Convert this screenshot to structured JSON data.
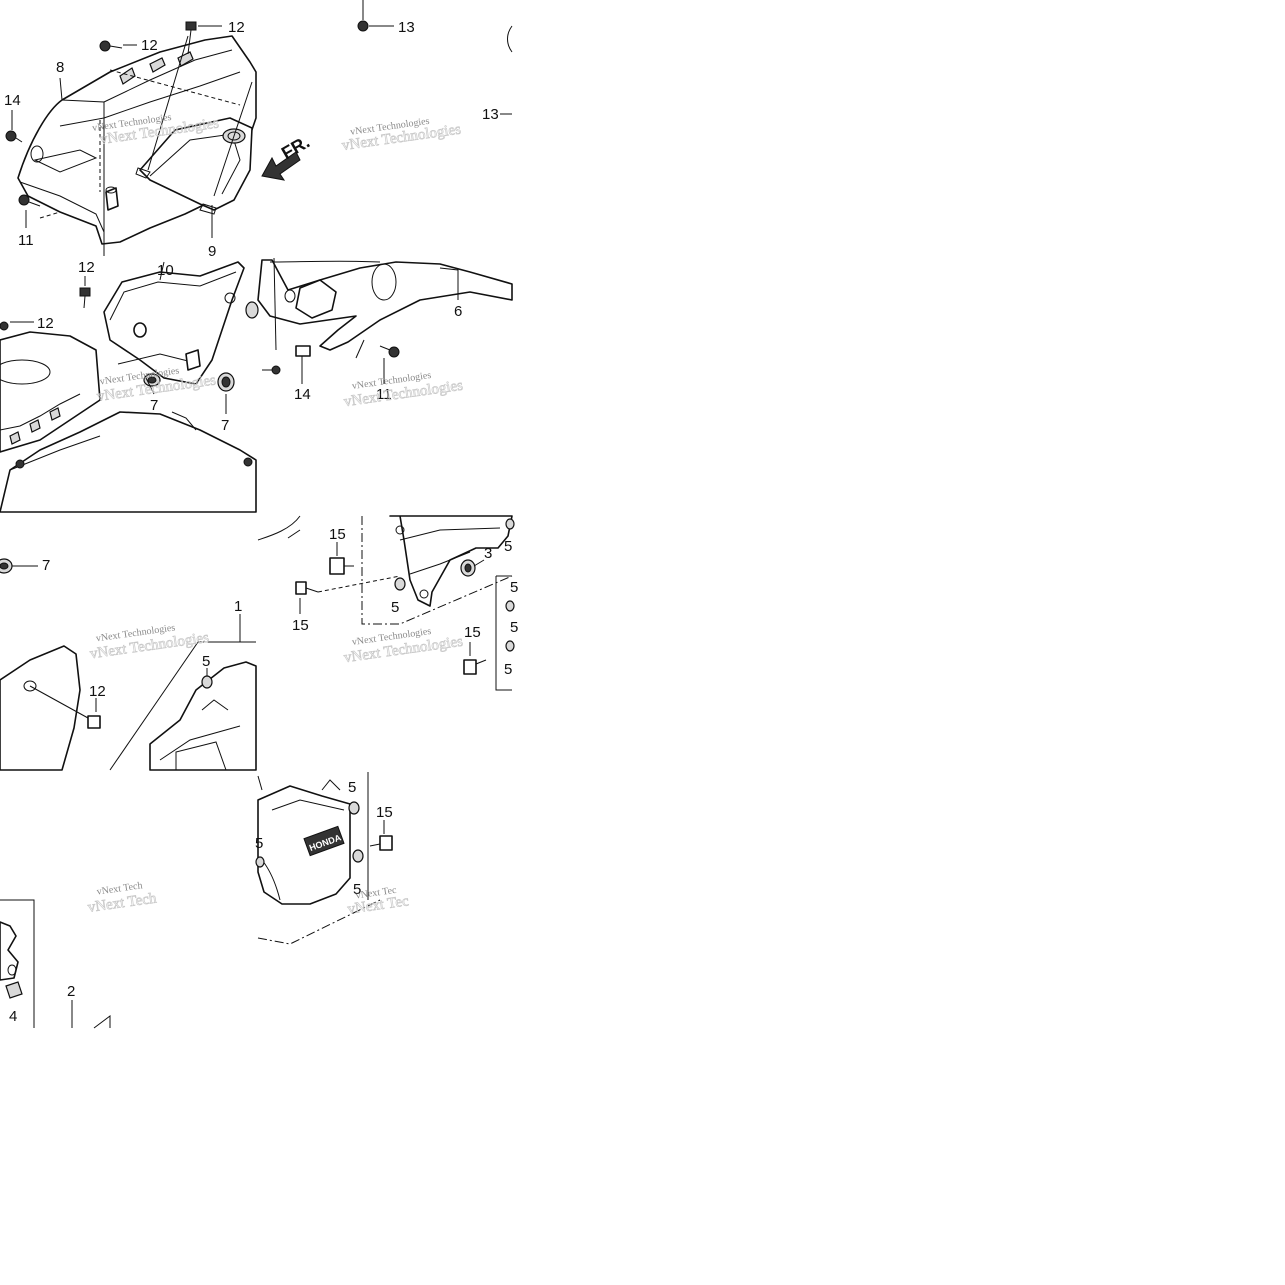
{
  "diagram": {
    "callouts": {
      "c1": "1",
      "c2": "2",
      "c3": "3",
      "c4": "4",
      "c5a": "5",
      "c5b": "5",
      "c5c": "5",
      "c5d": "5",
      "c5e": "5",
      "c5f": "5",
      "c5g": "5",
      "c5h": "5",
      "c5i": "5",
      "c6": "6",
      "c7a": "7",
      "c7b": "7",
      "c7c": "7",
      "c8": "8",
      "c9": "9",
      "c10": "10",
      "c11a": "11",
      "c11b": "11",
      "c12a": "12",
      "c12b": "12",
      "c12c": "12",
      "c12d": "12",
      "c12e": "12",
      "c13a": "13",
      "c13b": "13",
      "c14a": "14",
      "c14b": "14",
      "c15a": "15",
      "c15b": "15",
      "c15c": "15",
      "c15d": "15"
    },
    "front_marker": "FR.",
    "logo_text": "HONDA",
    "watermark": "vNext Technologies",
    "watermark_cut": "vNext Tech",
    "watermark_cut2": "vNext Tec"
  }
}
